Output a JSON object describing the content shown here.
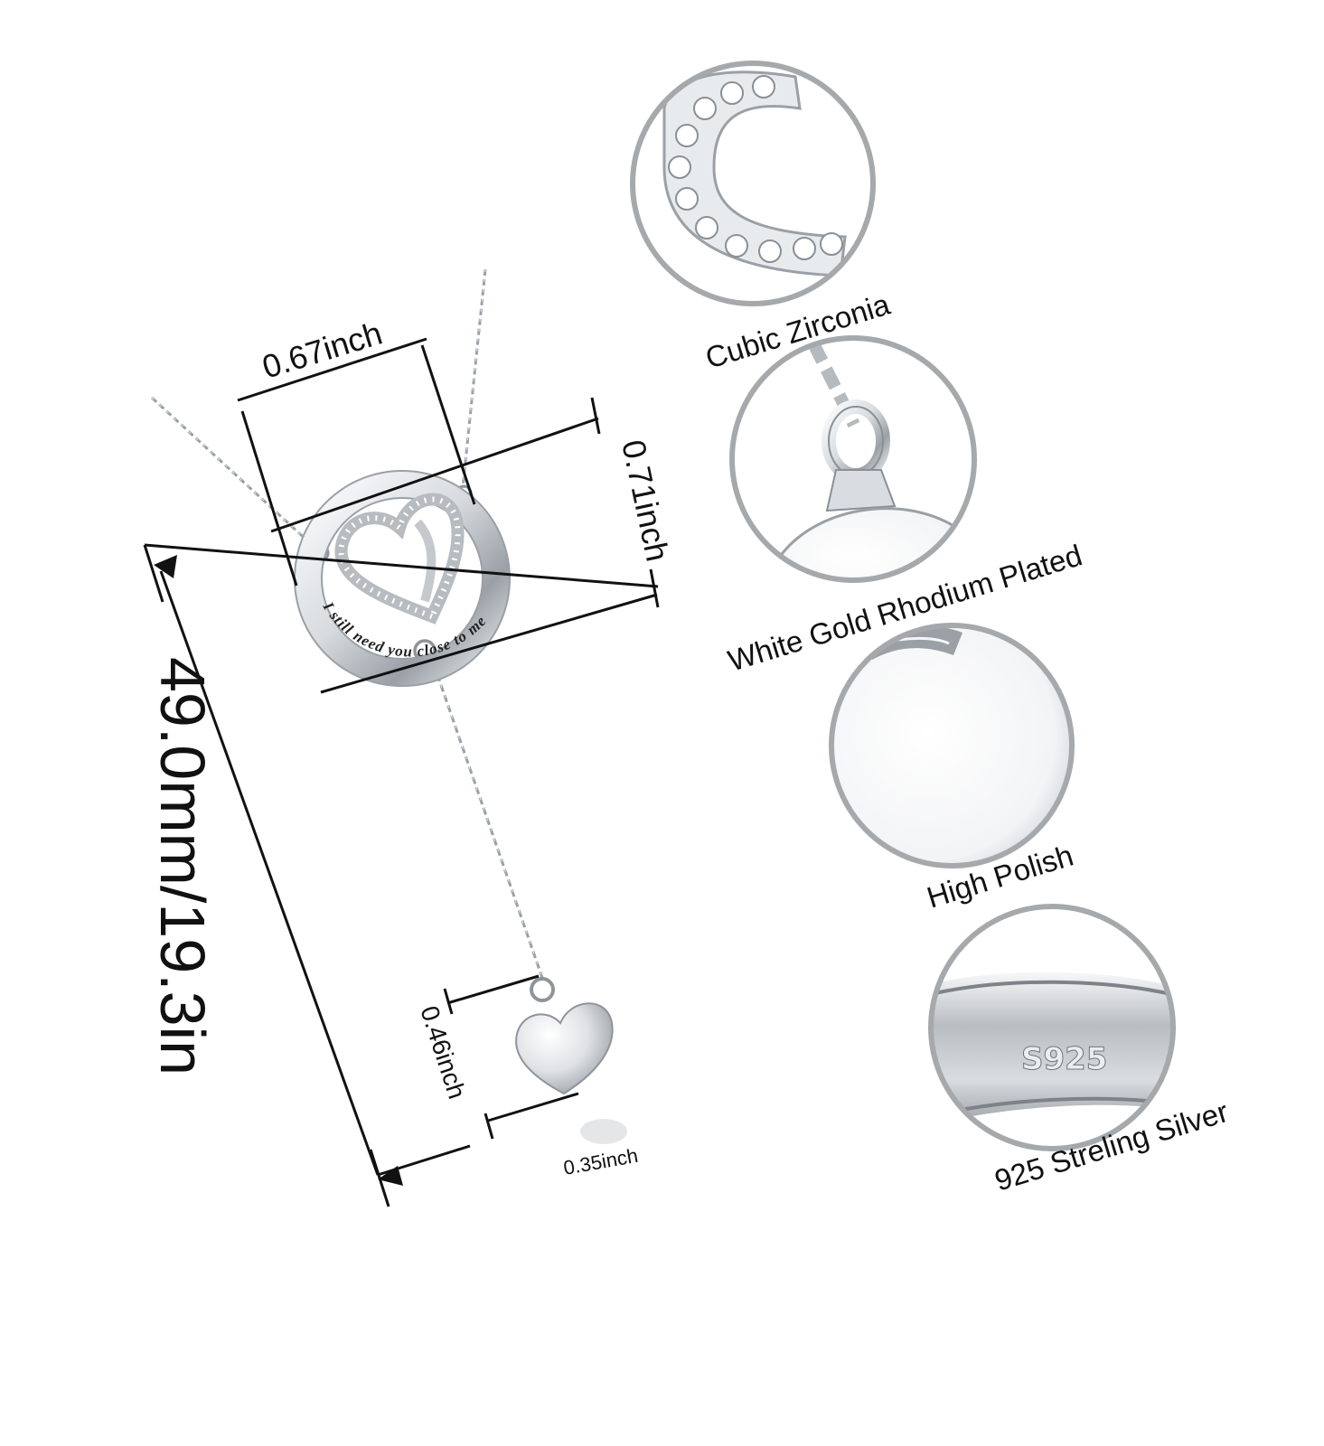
{
  "dimensions": {
    "total_length": "49.0mm/19.3in",
    "ring_width": "0.67inch",
    "ring_height": "0.71inch",
    "heart_height": "0.46inch",
    "heart_width": "0.35inch"
  },
  "pendant": {
    "engraving": "I still need you close to me"
  },
  "features": [
    {
      "label": "Cubic Zirconia",
      "icon": "zirconia-closeup-icon"
    },
    {
      "label": "White Gold Rhodium Plated",
      "icon": "bail-ring-closeup-icon"
    },
    {
      "label": "High Polish",
      "icon": "polished-surface-closeup-icon"
    },
    {
      "label": "925 Streling Silver",
      "icon": "s925-stamp-closeup-icon",
      "stamp": "S925"
    }
  ],
  "colors": {
    "background": "#ffffff",
    "silver_light": "#f4f6f8",
    "silver_dark": "#8a9096",
    "circle_border": "#a6a9ac",
    "text": "#111111"
  }
}
